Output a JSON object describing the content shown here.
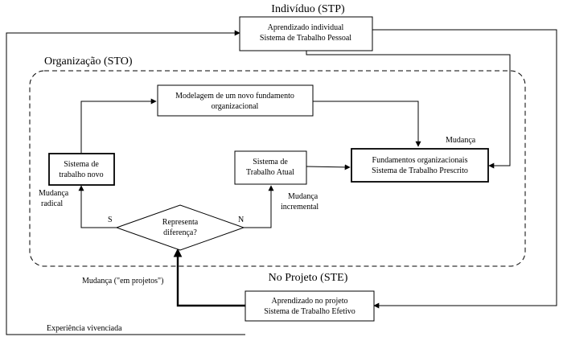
{
  "titles": {
    "individuo": "Indivíduo (STP)",
    "organizacao": "Organização (STO)",
    "projeto": "No Projeto (STE)"
  },
  "boxes": {
    "individual": [
      "Aprendizado individual",
      "Sistema de Trabalho Pessoal"
    ],
    "modelagem": [
      "Modelagem de um novo fundamento",
      "organizacional"
    ],
    "sistema_novo": [
      "Sistema de",
      "trabalho novo"
    ],
    "sistema_atual": [
      "Sistema de",
      "Trabalho Atual"
    ],
    "fundamentos": [
      "Fundamentos organizacionais",
      "Sistema de Trabalho Prescrito"
    ],
    "decisao": [
      "Representa",
      "diferença?"
    ],
    "projeto": [
      "Aprendizado no projeto",
      "Sistema de Trabalho Efetivo"
    ]
  },
  "labels": {
    "mudanca": "Mudança",
    "mudanca_radical": [
      "Mudança",
      "radical"
    ],
    "mudanca_incremental": [
      "Mudança",
      "incremental"
    ],
    "s": "S",
    "n": "N",
    "mudanca_projetos": "Mudança (\"em projetos\")",
    "experiencia": "Experiência vivenciada"
  }
}
